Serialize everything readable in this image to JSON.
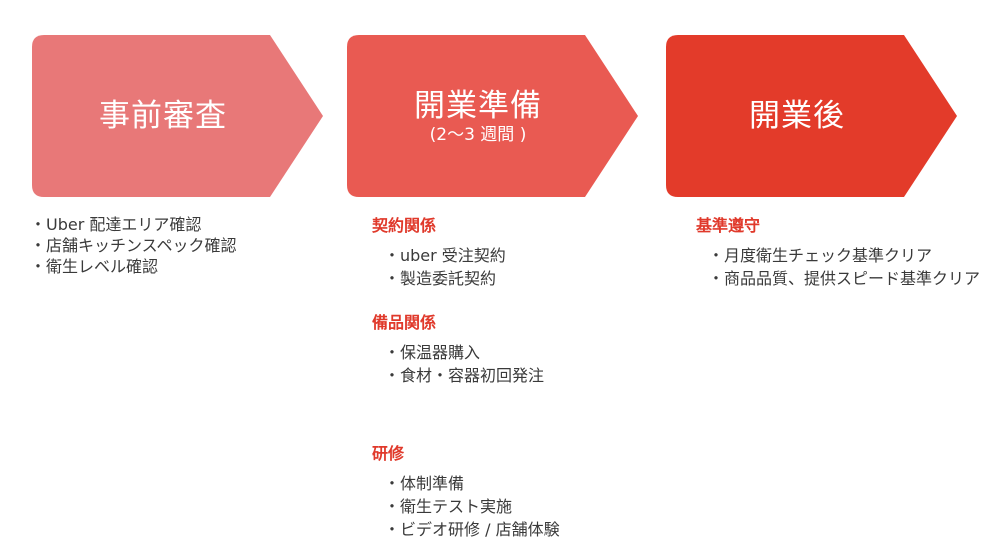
{
  "colors": {
    "step1": "#e87878",
    "step2": "#e95a52",
    "step3": "#e33b2a",
    "heading": "#e0392b",
    "text": "#3a3a3a"
  },
  "steps": [
    {
      "title": "事前審査",
      "items": [
        "・Uber 配達エリア確認",
        "・店舗キッチンスペック確認",
        "・衛生レベル確認"
      ]
    },
    {
      "title": "開業準備",
      "subtitle": "(2〜3 週間 )",
      "sections": [
        {
          "heading": "契約関係",
          "items": [
            "・uber 受注契約",
            "・製造委託契約"
          ]
        },
        {
          "heading": "備品関係",
          "items": [
            "・保温器購入",
            "・食材・容器初回発注"
          ]
        },
        {
          "heading": "研修",
          "items": [
            "・体制準備",
            "・衛生テスト実施",
            "・ビデオ研修 / 店舗体験"
          ]
        }
      ]
    },
    {
      "title": "開業後",
      "sections": [
        {
          "heading": "基準遵守",
          "items": [
            "・月度衛生チェック基準クリア",
            "・商品品質、提供スピード基準クリア"
          ]
        }
      ]
    }
  ]
}
